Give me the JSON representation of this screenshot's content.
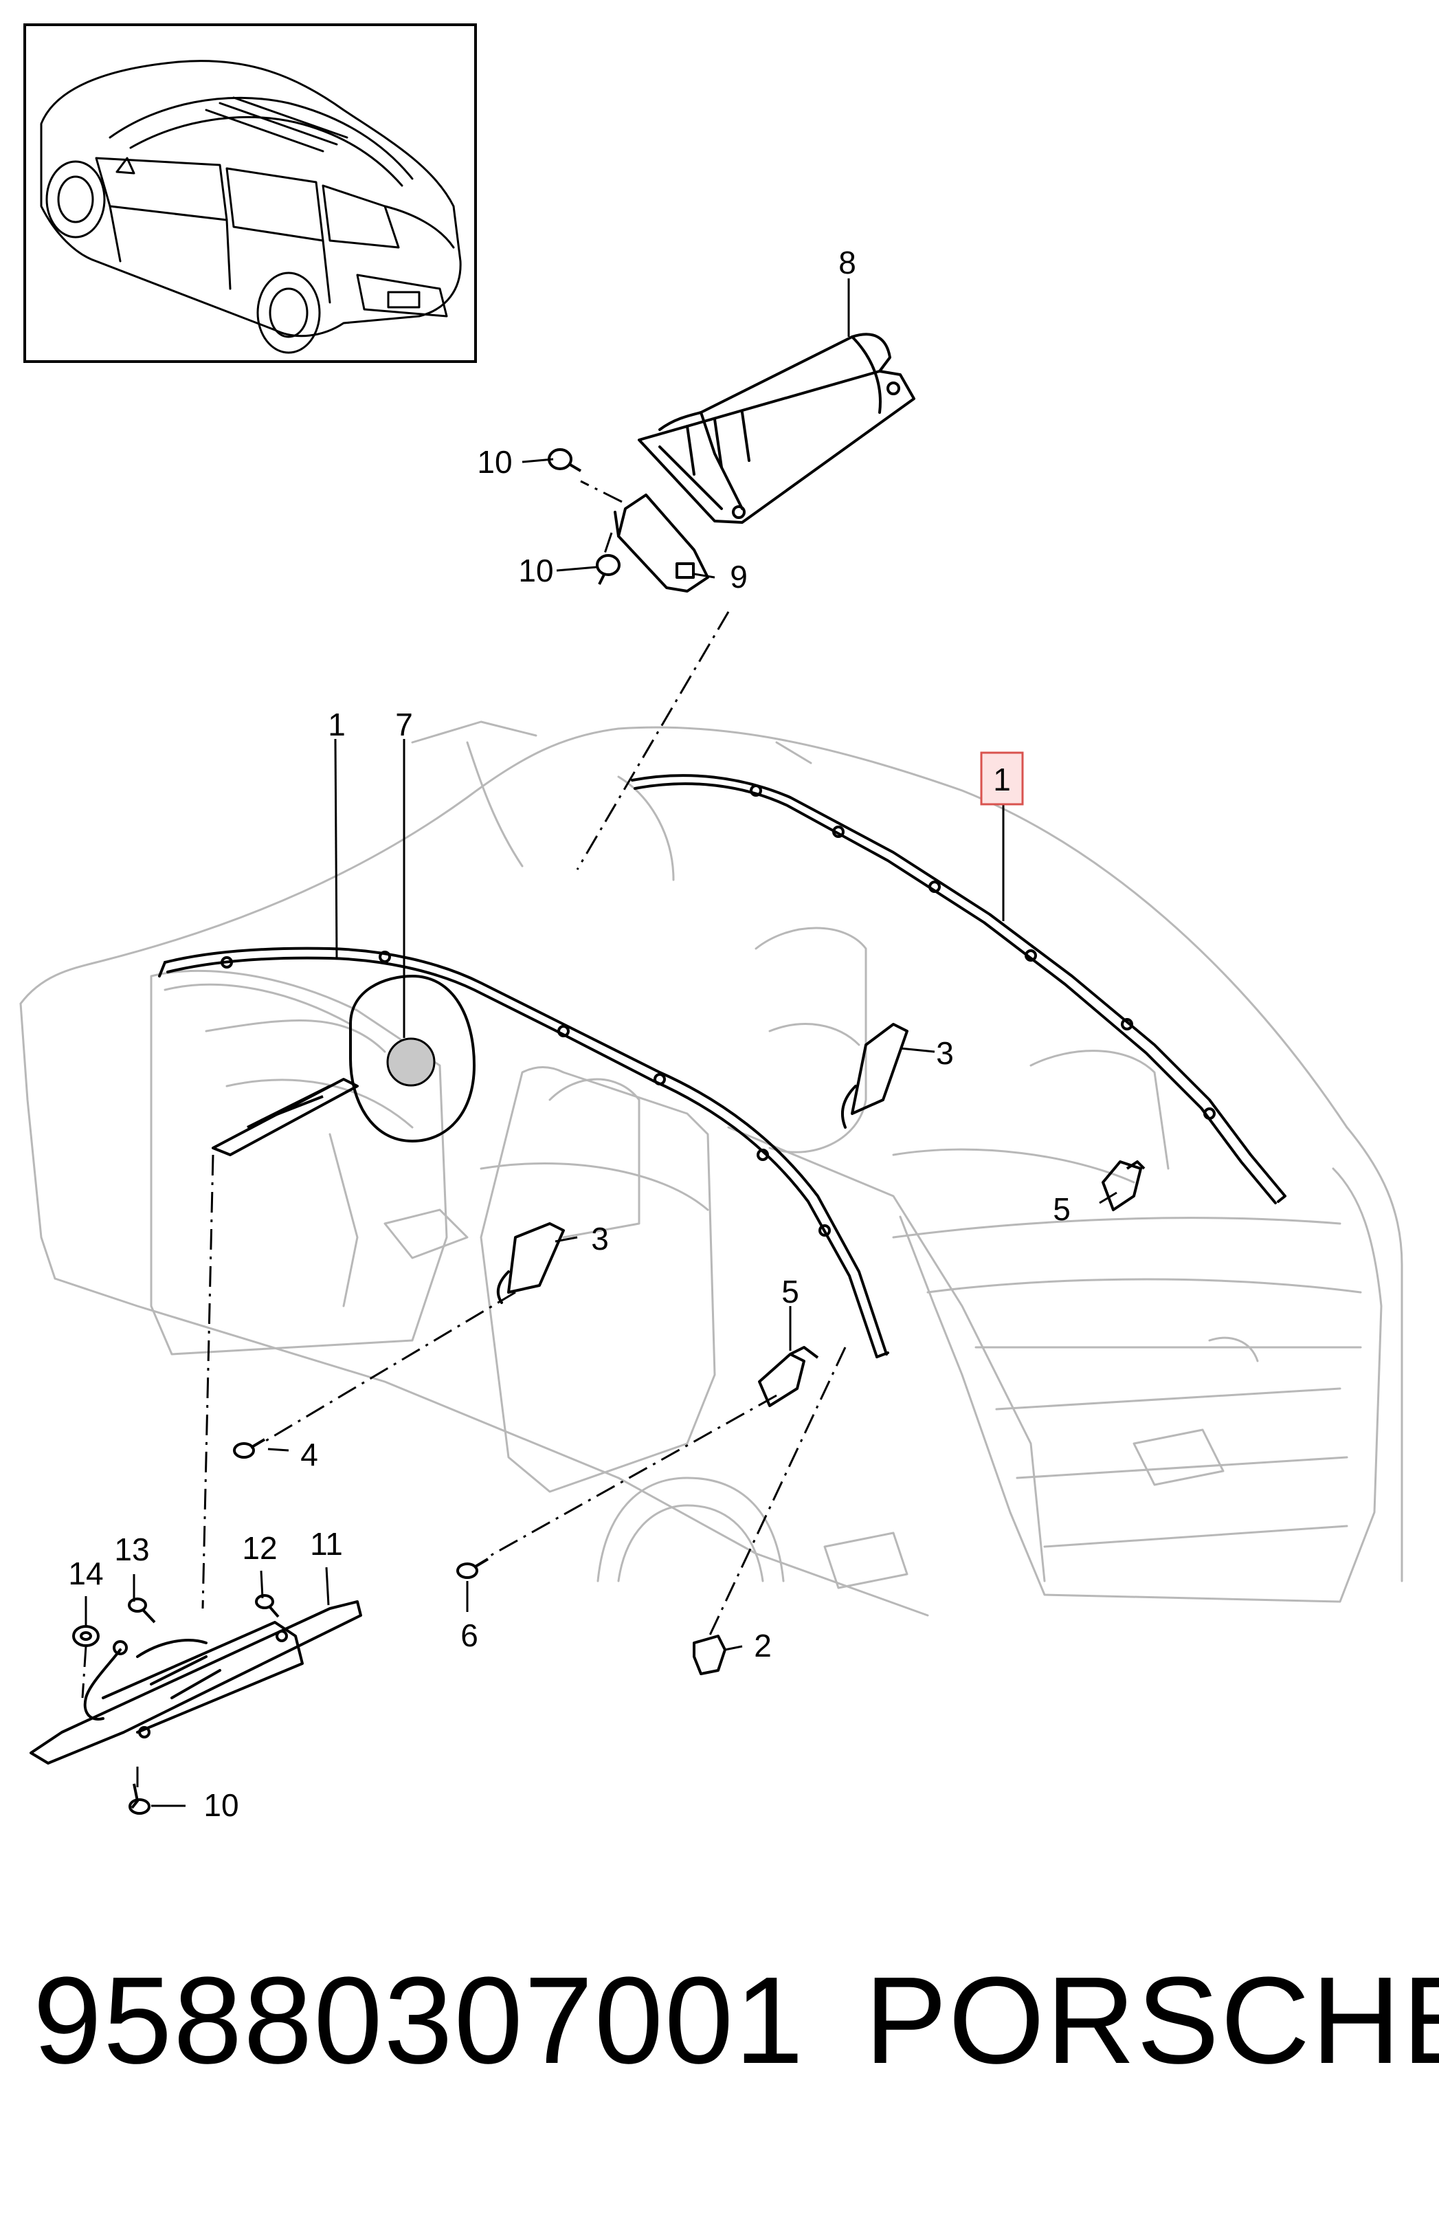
{
  "diagram": {
    "callouts": [
      {
        "id": "c8",
        "label": "8"
      },
      {
        "id": "c10a",
        "label": "10"
      },
      {
        "id": "c10b",
        "label": "10"
      },
      {
        "id": "c9",
        "label": "9"
      },
      {
        "id": "c1a",
        "label": "1"
      },
      {
        "id": "c7",
        "label": "7"
      },
      {
        "id": "c1b",
        "label": "1",
        "highlighted": true
      },
      {
        "id": "c3a",
        "label": "3"
      },
      {
        "id": "c3b",
        "label": "3"
      },
      {
        "id": "c5a",
        "label": "5"
      },
      {
        "id": "c5b",
        "label": "5"
      },
      {
        "id": "c4",
        "label": "4"
      },
      {
        "id": "c6",
        "label": "6"
      },
      {
        "id": "c2",
        "label": "2"
      },
      {
        "id": "c14",
        "label": "14"
      },
      {
        "id": "c13",
        "label": "13"
      },
      {
        "id": "c12",
        "label": "12"
      },
      {
        "id": "c11",
        "label": "11"
      },
      {
        "id": "c10c",
        "label": "10"
      }
    ],
    "highlight_color": "#d9534f",
    "highlight_fill": "#fde3e3",
    "line_color": "#000000",
    "ghost_color": "#b8b8b8"
  },
  "footer": {
    "part_number": "95880307001",
    "brand": "PORSCHE"
  }
}
